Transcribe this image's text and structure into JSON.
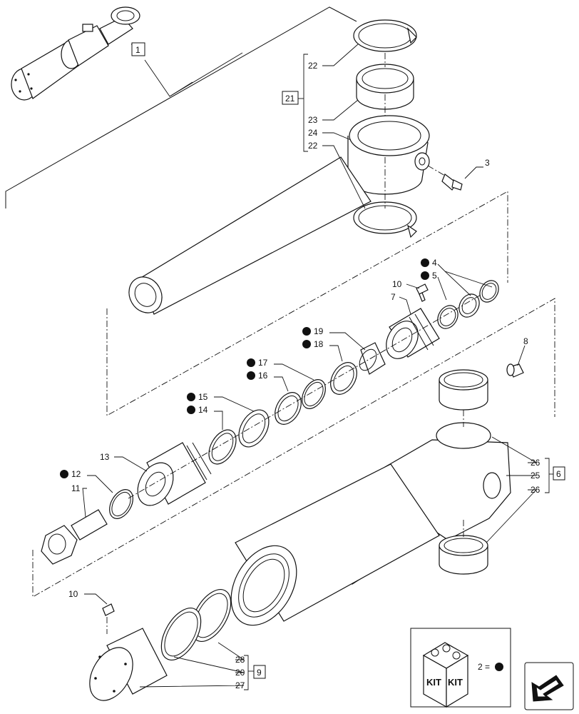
{
  "callouts": {
    "c1": "1",
    "c22a": "22",
    "c21": "21",
    "c23": "23",
    "c24": "24",
    "c22b": "22",
    "c3": "3",
    "c4": "4",
    "c5": "5",
    "c10a": "10",
    "c7": "7",
    "c19": "19",
    "c18": "18",
    "c17": "17",
    "c16": "16",
    "c15": "15",
    "c14": "14",
    "c8": "8",
    "c13": "13",
    "c12": "12",
    "c11": "11",
    "c26a": "26",
    "c25": "25",
    "c6": "6",
    "c26b": "26",
    "c10b": "10",
    "c28": "28",
    "c20": "20",
    "c9": "9",
    "c27": "27"
  },
  "legend": {
    "kit_text_left": "KIT",
    "kit_text_right": "KIT",
    "kit_equals": "2 ="
  },
  "colors": {
    "line": "#111111",
    "background": "#ffffff"
  },
  "icons": {
    "kit": "kit-box-icon",
    "nav": "arrow-back-icon"
  }
}
